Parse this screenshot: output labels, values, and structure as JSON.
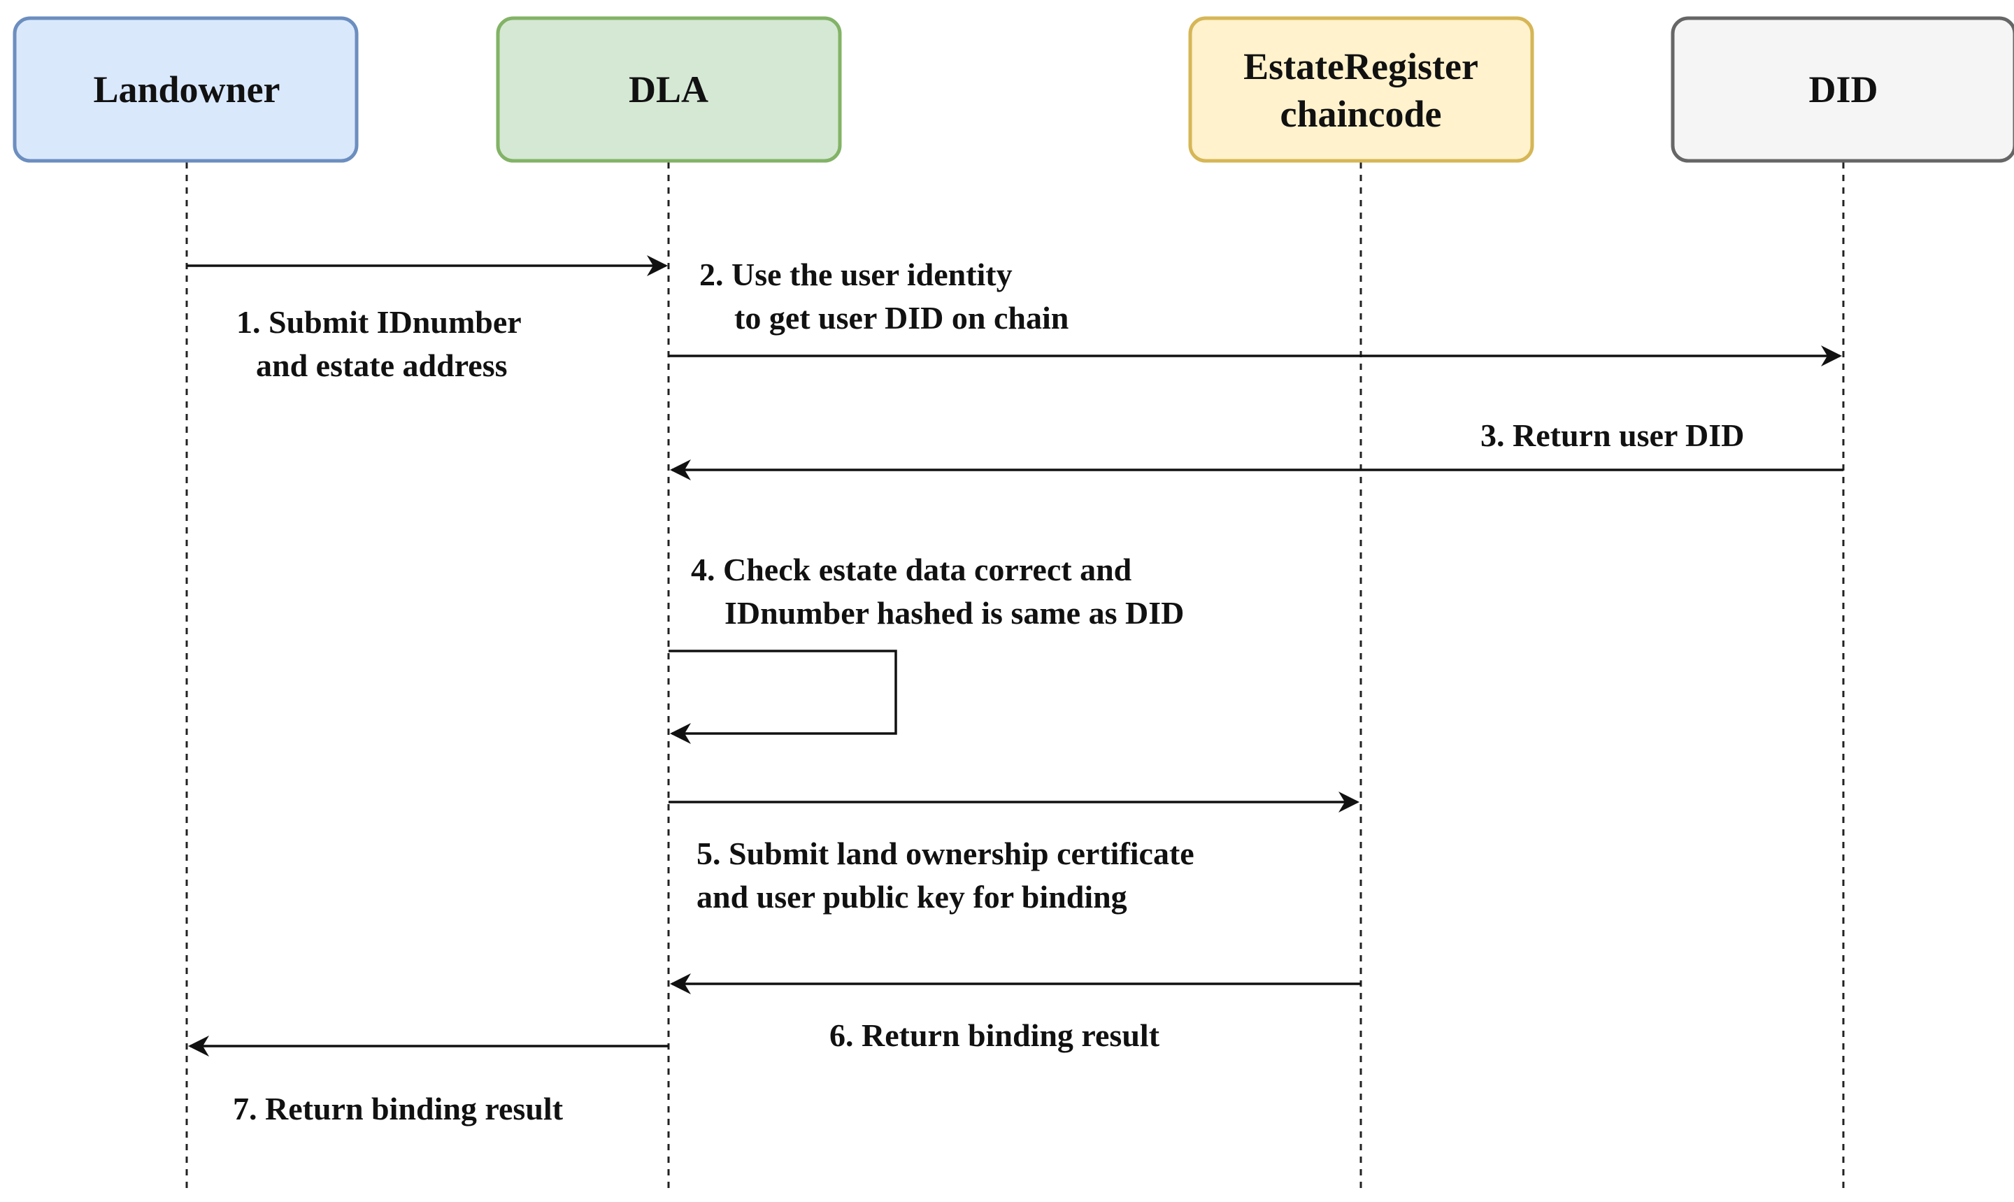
{
  "actors": [
    {
      "id": "landowner",
      "lines": [
        "Landowner"
      ],
      "fill": "#dae8fc",
      "stroke": "#6c8ebf"
    },
    {
      "id": "dla",
      "lines": [
        "DLA"
      ],
      "fill": "#d5e8d4",
      "stroke": "#82b366"
    },
    {
      "id": "estate",
      "lines": [
        "EstateRegister",
        "chaincode"
      ],
      "fill": "#fff2cc",
      "stroke": "#d6b656"
    },
    {
      "id": "did",
      "lines": [
        "DID"
      ],
      "fill": "#f5f5f5",
      "stroke": "#666666"
    }
  ],
  "messages": [
    {
      "step": "1",
      "lines": [
        "1. Submit IDnumber",
        "and estate address"
      ]
    },
    {
      "step": "2",
      "lines": [
        "2. Use the user identity",
        "to get user DID on chain"
      ]
    },
    {
      "step": "3",
      "lines": [
        "3. Return user DID"
      ]
    },
    {
      "step": "4",
      "lines": [
        "4. Check estate data correct and",
        "IDnumber hashed is same as DID"
      ]
    },
    {
      "step": "5",
      "lines": [
        "5. Submit land ownership certificate",
        "and user public key for binding"
      ]
    },
    {
      "step": "6",
      "lines": [
        "6. Return binding result"
      ]
    },
    {
      "step": "7",
      "lines": [
        "7. Return binding result"
      ]
    }
  ]
}
